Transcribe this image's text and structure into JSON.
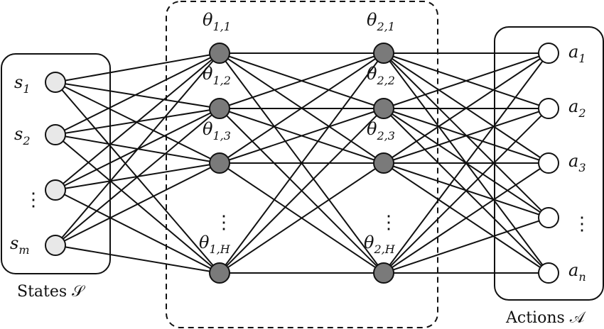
{
  "states_box": {
    "caption": "States 𝒮",
    "inputs": [
      {
        "var": "s",
        "sub": "1"
      },
      {
        "var": "s",
        "sub": "2"
      },
      {
        "var": "⋮",
        "sub": ""
      },
      {
        "var": "s",
        "sub": "m"
      }
    ]
  },
  "hidden_box": {
    "layer1": [
      {
        "var": "θ",
        "sub": "1,1"
      },
      {
        "var": "θ",
        "sub": "1,2"
      },
      {
        "var": "θ",
        "sub": "1,3"
      },
      {
        "var": "θ",
        "sub": "1,H"
      }
    ],
    "layer2": [
      {
        "var": "θ",
        "sub": "2,1"
      },
      {
        "var": "θ",
        "sub": "2,2"
      },
      {
        "var": "θ",
        "sub": "2,3"
      },
      {
        "var": "θ",
        "sub": "2,H"
      }
    ],
    "ellipsis": "⋮"
  },
  "actions_box": {
    "caption": "Actions 𝒜",
    "outputs": [
      {
        "var": "a",
        "sub": "1"
      },
      {
        "var": "a",
        "sub": "2"
      },
      {
        "var": "a",
        "sub": "3"
      },
      {
        "var": "⋮",
        "sub": ""
      },
      {
        "var": "a",
        "sub": "n"
      }
    ]
  },
  "colors": {
    "input_node_fill": "#e8e8e8",
    "hidden_node_fill": "#7a7a7a",
    "output_node_fill": "#ffffff",
    "stroke": "#111111"
  }
}
